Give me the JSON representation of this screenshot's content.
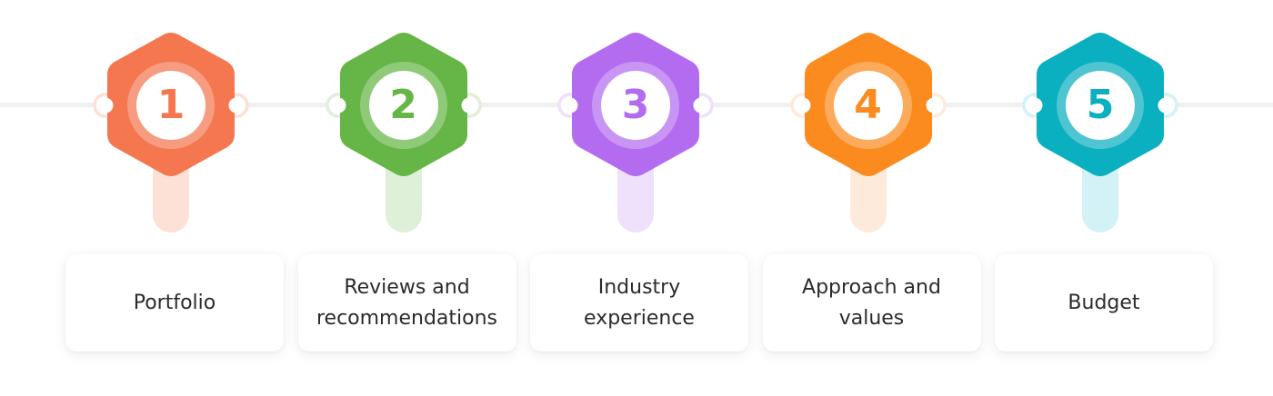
{
  "steps": [
    {
      "number": "1",
      "label": "Portfolio",
      "color": "#f4774f",
      "light": "#fde0d6"
    },
    {
      "number": "2",
      "label": "Reviews and recommendations",
      "color": "#65b646",
      "light": "#dff0d8"
    },
    {
      "number": "3",
      "label": "Industry experience",
      "color": "#b36cf0",
      "light": "#efe0fc"
    },
    {
      "number": "4",
      "label": "Approach and values",
      "color": "#fb8b1e",
      "light": "#feeadb"
    },
    {
      "number": "5",
      "label": "Budget",
      "color": "#0aafc0",
      "light": "#d3f2f5"
    }
  ]
}
